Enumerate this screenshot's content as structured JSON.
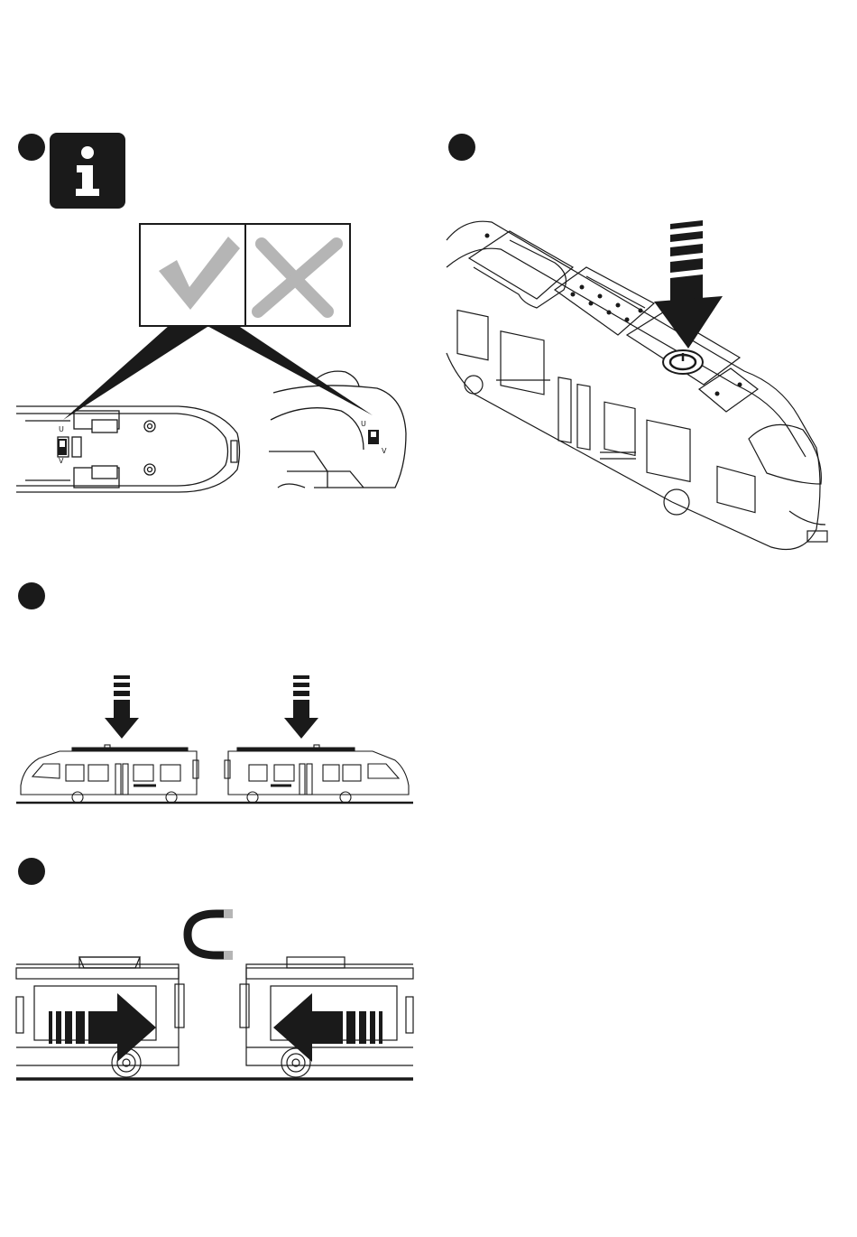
{
  "steps": [
    {
      "id": 1,
      "has_info_icon": true
    },
    {
      "id": 2
    },
    {
      "id": 3
    },
    {
      "id": 4
    }
  ],
  "switch_labels": {
    "left_top": "U",
    "left_bottom": "V",
    "right_left": "U",
    "right_right": "V"
  },
  "icons": {
    "info": "info-icon",
    "check": "check-icon",
    "cross": "cross-icon",
    "power": "power-icon",
    "magnet": "magnet-icon",
    "arrow_down": "arrow-down-icon",
    "arrow_right": "arrow-right-icon",
    "arrow_left": "arrow-left-icon"
  },
  "colors": {
    "ink": "#1a1a1a",
    "mark_grey": "#b5b5b5",
    "line_grey": "#666666",
    "paper": "#ffffff"
  }
}
